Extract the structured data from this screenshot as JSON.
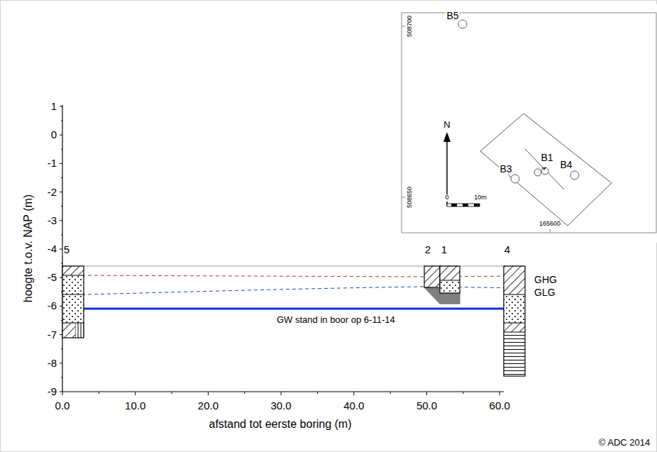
{
  "diagram": {
    "labels": [
      "hoogte t.o.v. NAP (m)",
      "1",
      "0",
      "-1",
      "-2",
      "-3",
      "-4",
      "-5",
      "-6",
      "-7",
      "-8",
      "-9",
      "0.0",
      "10.0",
      "20.0",
      "30.0",
      "40.0",
      "50.0",
      "60.0",
      "afstand tot eerste boring (m)",
      "5",
      "2",
      "1",
      "4",
      "GHG",
      "GLG",
      "GW stand in boor op 6-11-14",
      "B5",
      "B1",
      "B3",
      "B4",
      "N",
      "0",
      "10m",
      "508700",
      "508650",
      "165600",
      "© ADC 2014"
    ]
  }
}
